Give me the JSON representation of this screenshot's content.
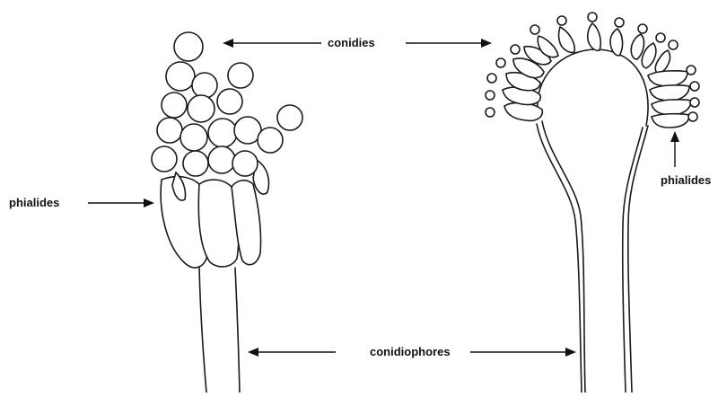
{
  "labels": {
    "conidia": "conidies",
    "phialides_left": "phialides",
    "phialides_right": "phialides",
    "conidiophores": "conidiophores"
  }
}
